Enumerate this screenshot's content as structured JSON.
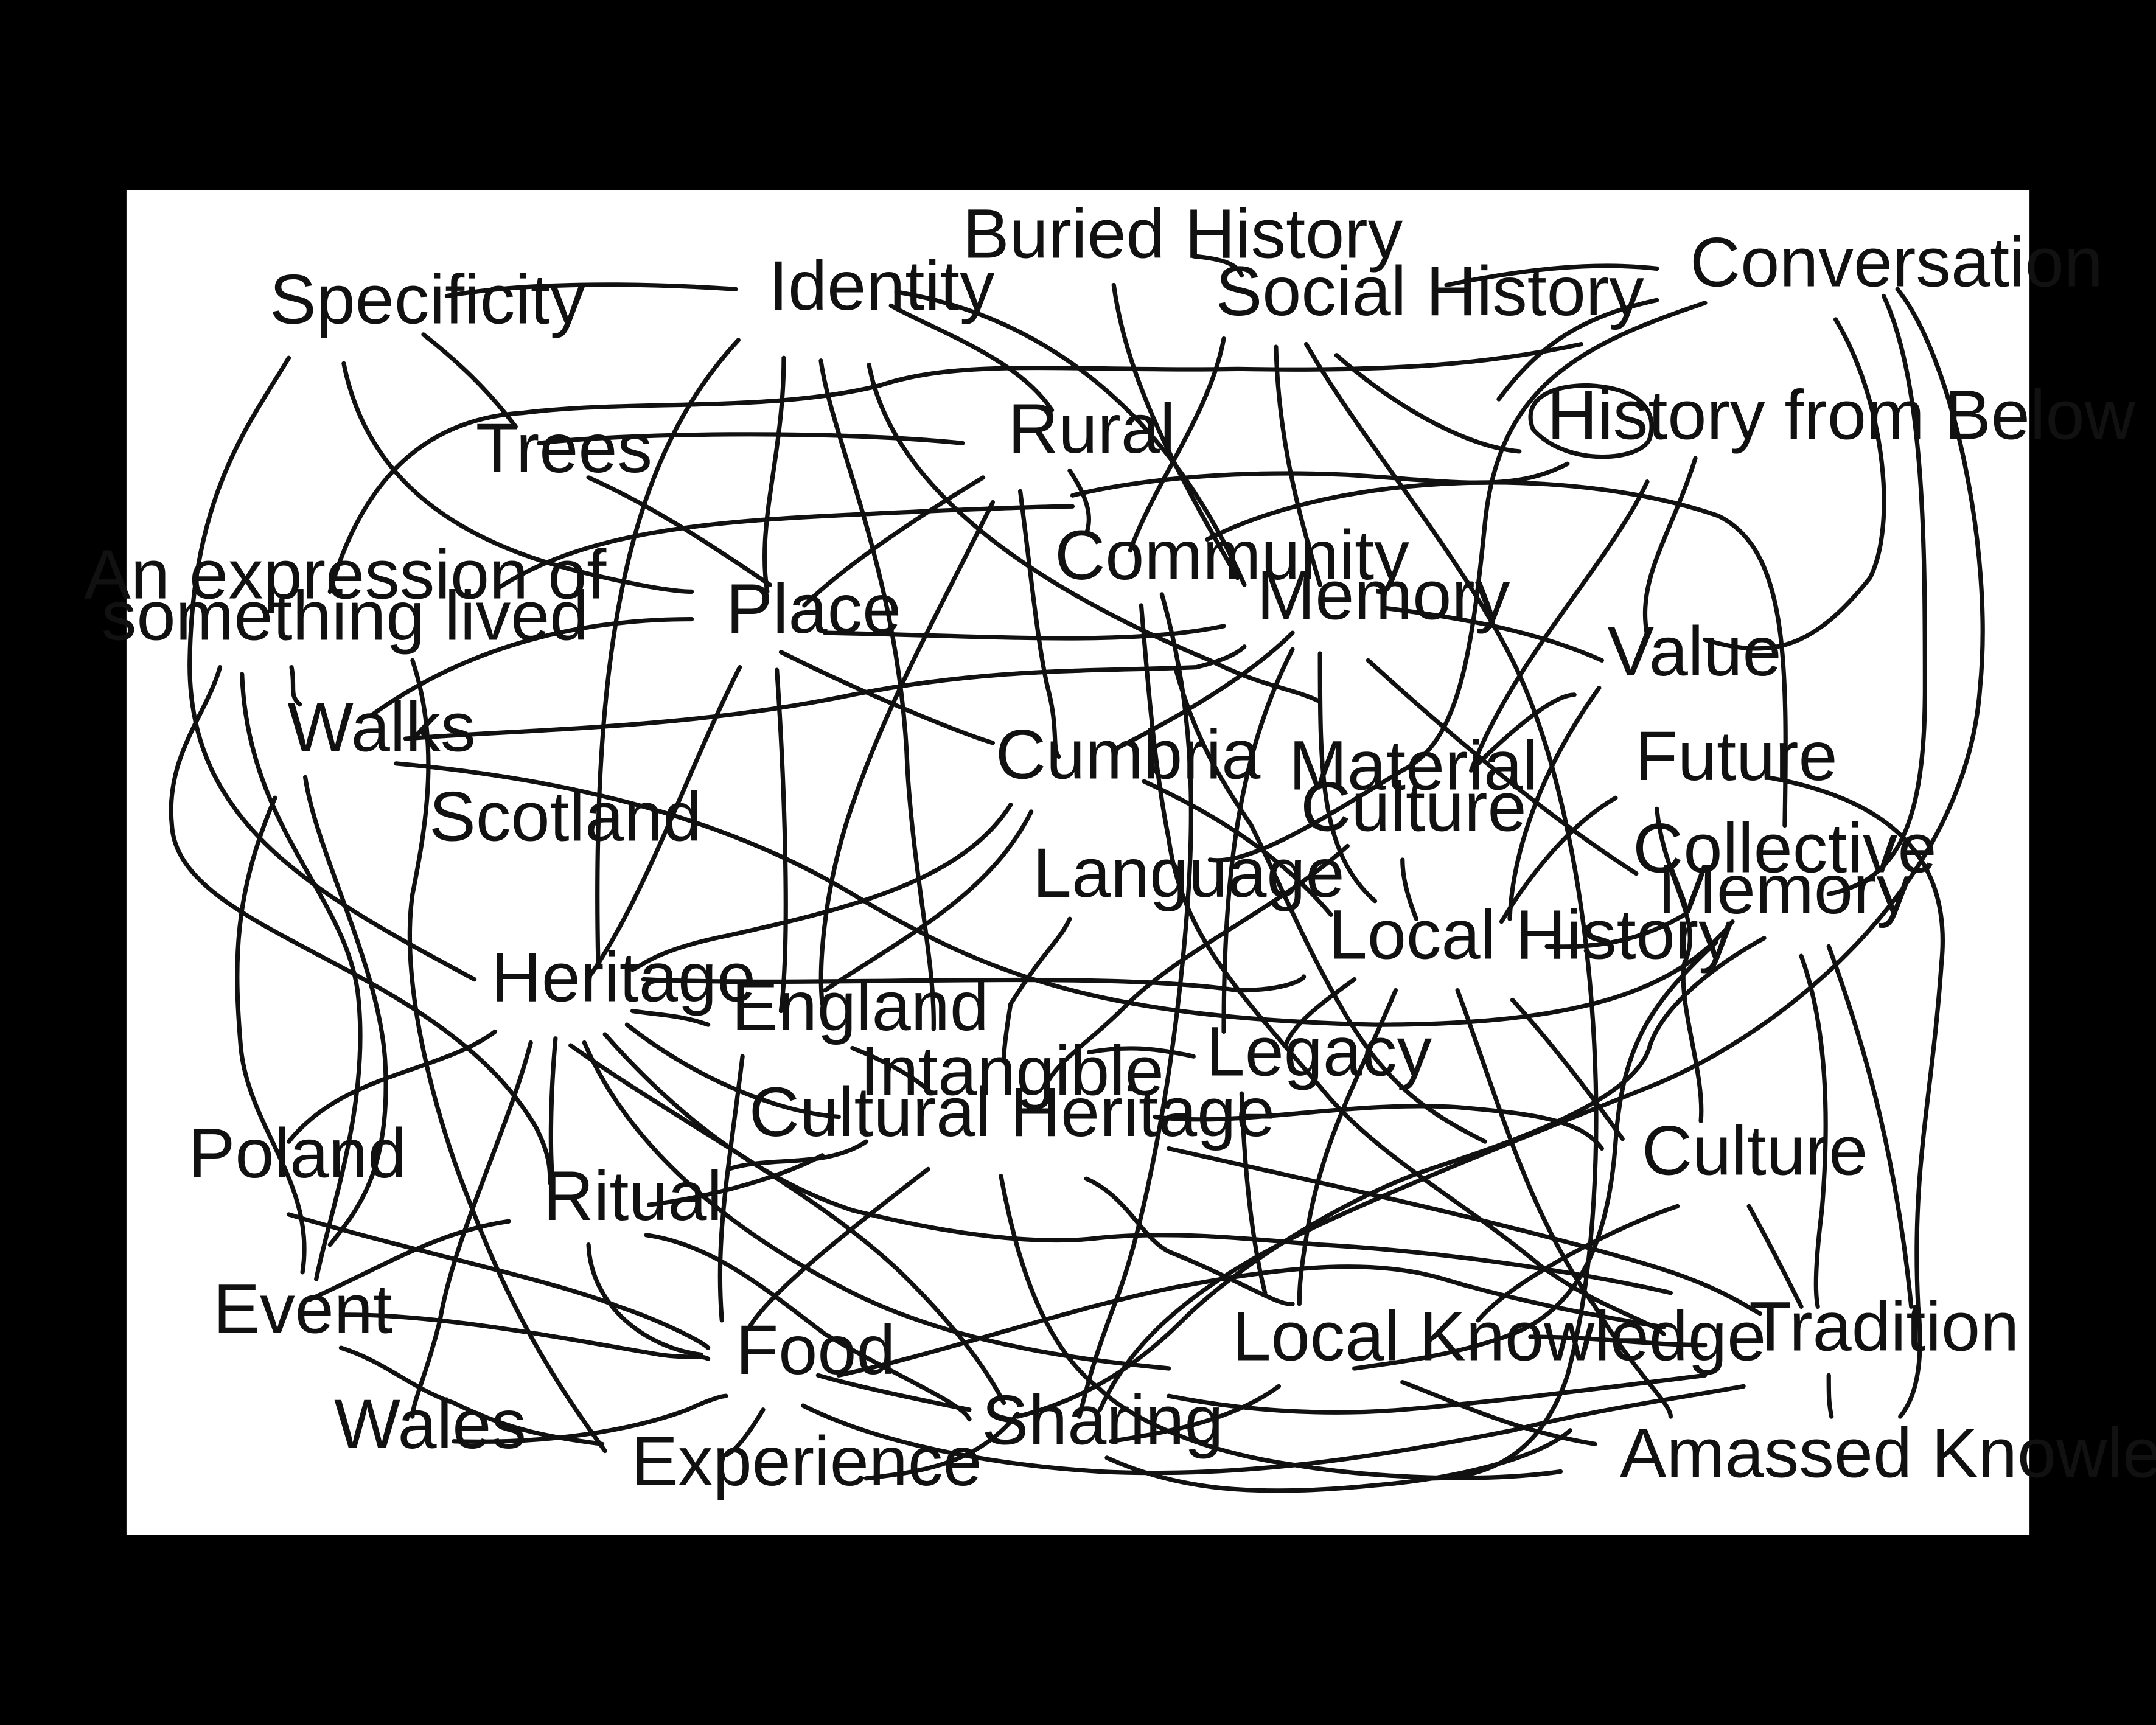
{
  "diagram": {
    "background": "#000000",
    "sheet_color": "#ffffff",
    "ink_color": "#111111",
    "nodes": [
      {
        "id": "buried-history",
        "label": "Buried History"
      },
      {
        "id": "specificity",
        "label": "Specificity"
      },
      {
        "id": "identity",
        "label": "Identity"
      },
      {
        "id": "social-history",
        "label": "Social History"
      },
      {
        "id": "conversation",
        "label": "Conversation"
      },
      {
        "id": "history-from-below",
        "label": "History from Below"
      },
      {
        "id": "trees",
        "label": "Trees"
      },
      {
        "id": "rural",
        "label": "Rural"
      },
      {
        "id": "community",
        "label": "Community"
      },
      {
        "id": "expression",
        "label": "An expression of\nsomething lived"
      },
      {
        "id": "place",
        "label": "Place"
      },
      {
        "id": "memory",
        "label": "Memory"
      },
      {
        "id": "value",
        "label": "Value"
      },
      {
        "id": "walks",
        "label": "Walks"
      },
      {
        "id": "cumbria",
        "label": "Cumbria"
      },
      {
        "id": "material-culture",
        "label": "Material\nCulture"
      },
      {
        "id": "future",
        "label": "Future"
      },
      {
        "id": "scotland",
        "label": "Scotland"
      },
      {
        "id": "language",
        "label": "Language"
      },
      {
        "id": "collective-memory",
        "label": "Collective\nMemory"
      },
      {
        "id": "local-history",
        "label": "Local History"
      },
      {
        "id": "heritage",
        "label": "Heritage"
      },
      {
        "id": "england",
        "label": "England"
      },
      {
        "id": "legacy",
        "label": "Legacy"
      },
      {
        "id": "ich",
        "label": "Intangible\nCultural Heritage"
      },
      {
        "id": "poland",
        "label": "Poland"
      },
      {
        "id": "culture",
        "label": "Culture"
      },
      {
        "id": "ritual",
        "label": "Ritual"
      },
      {
        "id": "event",
        "label": "Event"
      },
      {
        "id": "tradition",
        "label": "Tradition"
      },
      {
        "id": "local-knowledge",
        "label": "Local Knowledge"
      },
      {
        "id": "food",
        "label": "Food"
      },
      {
        "id": "wales",
        "label": "Wales"
      },
      {
        "id": "sharing",
        "label": "Sharing"
      },
      {
        "id": "experience",
        "label": "Experience"
      },
      {
        "id": "amassed-knowledge",
        "label": "Amassed Knowledge"
      }
    ]
  }
}
